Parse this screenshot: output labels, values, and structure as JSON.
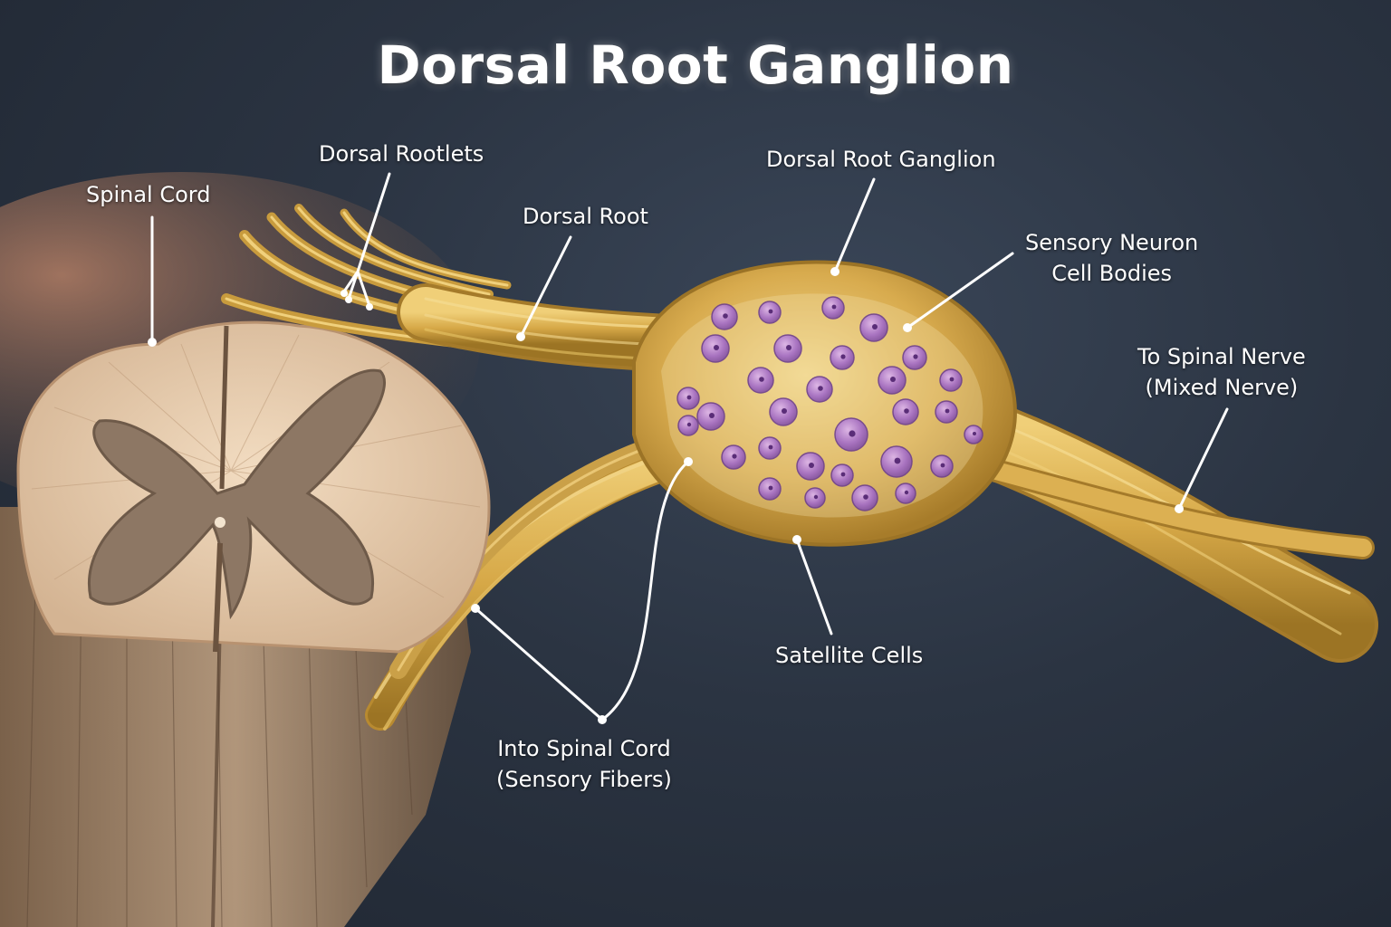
{
  "title": "Dorsal Root Ganglion",
  "labels": {
    "spinal_cord": "Spinal Cord",
    "dorsal_rootlets": "Dorsal Rootlets",
    "dorsal_root": "Dorsal Root",
    "ganglion": "Dorsal Root Ganglion",
    "sensory_neuron": [
      "Sensory Neuron",
      "Cell Bodies"
    ],
    "spinal_nerve": [
      "To Spinal Nerve",
      "(Mixed Nerve)"
    ],
    "satellite_cells": "Satellite Cells",
    "into_cord": [
      "Into Spinal Cord",
      "(Sensory Fibers)"
    ]
  },
  "colors": {
    "background": "#2b3442",
    "nerve": "#d9ad4e",
    "cord_white_matter": "#e8cfb2",
    "cord_gray_matter": "#8f7a68",
    "cell_bodies": "#b07ad0",
    "leader_lines": "#ffffff"
  }
}
